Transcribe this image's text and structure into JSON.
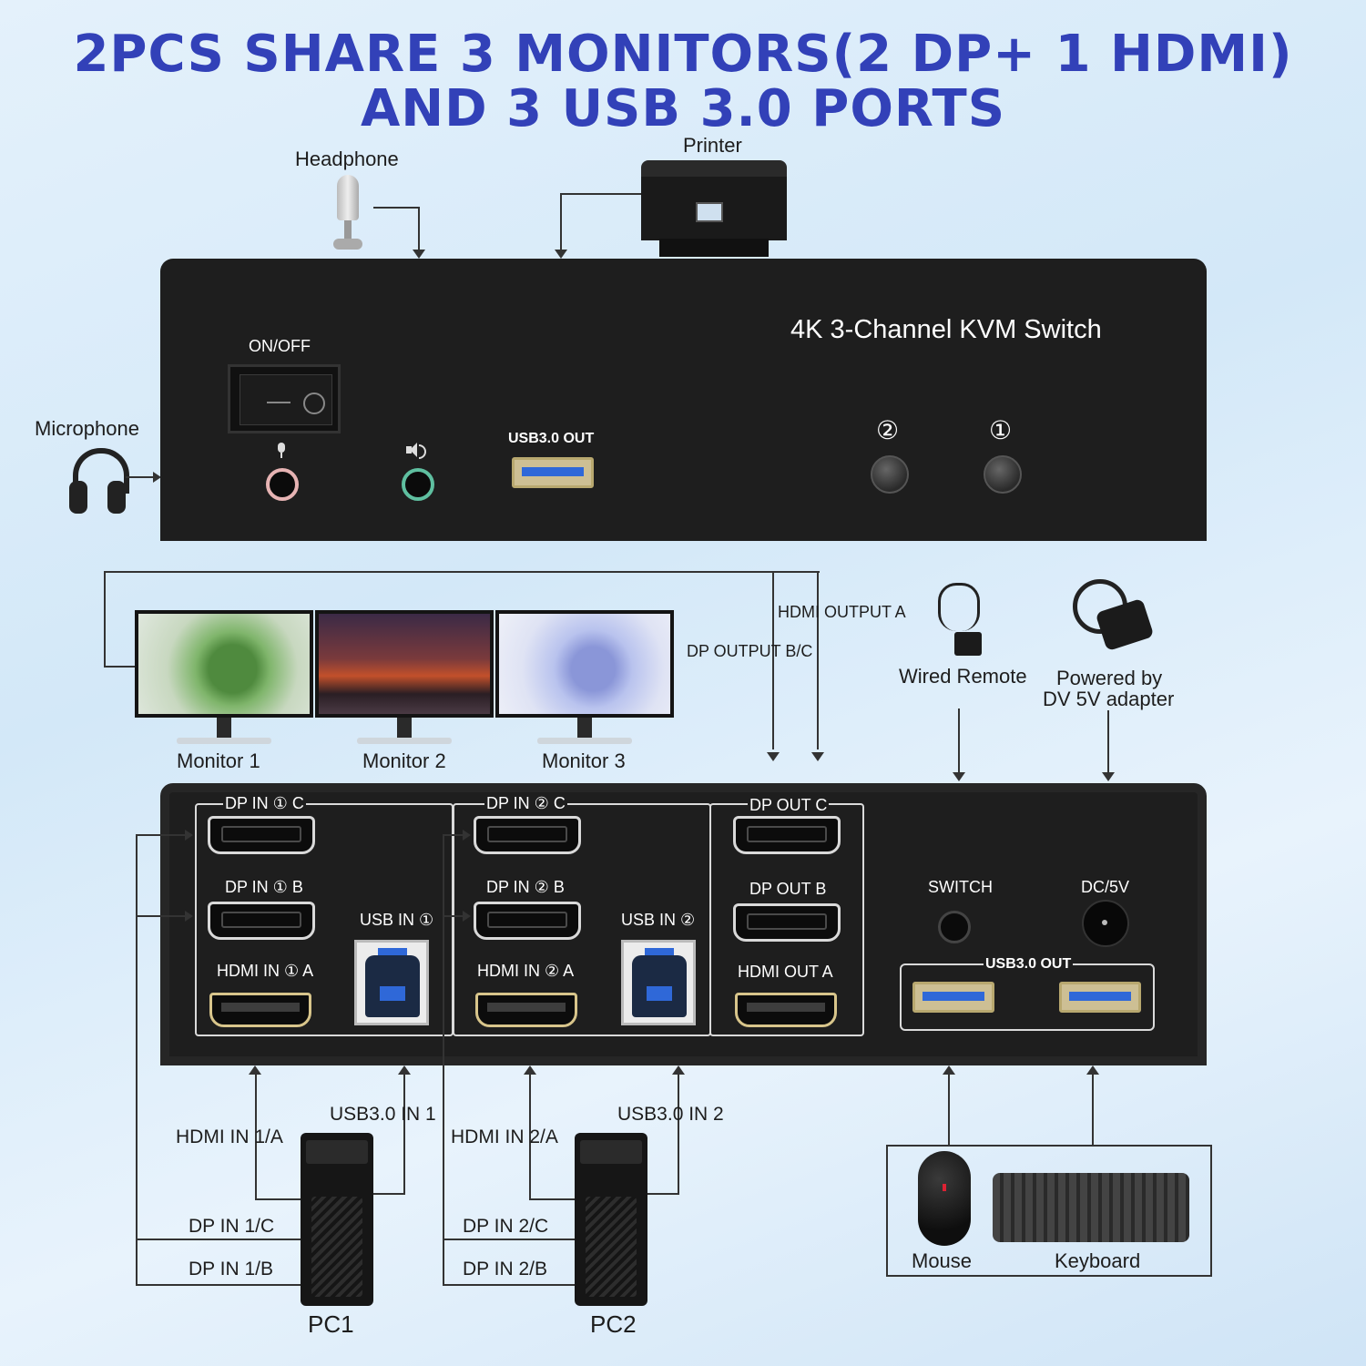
{
  "title": {
    "line1": "2PCS SHARE 3 MONITORS(2 DP+ 1 HDMI)",
    "line2": "AND 3 USB 3.0 PORTS"
  },
  "colors": {
    "title": "#3241b8",
    "device": "#1e1e1e",
    "usb_blue": "#2f68d8",
    "hdmi_gold": "#d8c58b"
  },
  "top_labels": {
    "headphone": "Headphone",
    "printer": "Printer",
    "microphone": "Microphone"
  },
  "front_panel": {
    "title": "4K 3-Channel KVM Switch",
    "on_off": "ON/OFF",
    "usb_out": "USB3.0 OUT",
    "button_2": "②",
    "button_1": "①",
    "mic_icon": "microphone-icon",
    "speaker_icon": "speaker-icon"
  },
  "middle_labels": {
    "hdmi_output_a": "HDMI OUTPUT A",
    "dp_output_bc": "DP OUTPUT B/C",
    "wired_remote": "Wired Remote",
    "powered_by_1": "Powered by",
    "powered_by_2": "DV 5V adapter"
  },
  "monitors": [
    "Monitor 1",
    "Monitor 2",
    "Monitor 3"
  ],
  "back_panel": {
    "dp_in_1c": "DP IN ① C",
    "dp_in_1b": "DP IN ① B",
    "hdmi_in_1a": "HDMI IN ① A",
    "usb_in_1": "USB IN ①",
    "dp_in_2c": "DP IN ② C",
    "dp_in_2b": "DP IN ② B",
    "hdmi_in_2a": "HDMI IN ② A",
    "usb_in_2": "USB IN ②",
    "dp_out_c": "DP OUT C",
    "dp_out_b": "DP OUT B",
    "hdmi_out_a": "HDMI OUT A",
    "switch": "SWITCH",
    "dc5v": "DC/5V",
    "usb_out": "USB3.0 OUT"
  },
  "bottom_labels": {
    "hdmi_in_1a": "HDMI IN 1/A",
    "usb_in_1": "USB3.0 IN 1",
    "dp_in_1c": "DP IN 1/C",
    "dp_in_1b": "DP IN 1/B",
    "pc1": "PC1",
    "hdmi_in_2a": "HDMI IN 2/A",
    "usb_in_2": "USB3.0 IN 2",
    "dp_in_2c": "DP IN 2/C",
    "dp_in_2b": "DP IN 2/B",
    "pc2": "PC2",
    "mouse": "Mouse",
    "keyboard": "Keyboard"
  }
}
